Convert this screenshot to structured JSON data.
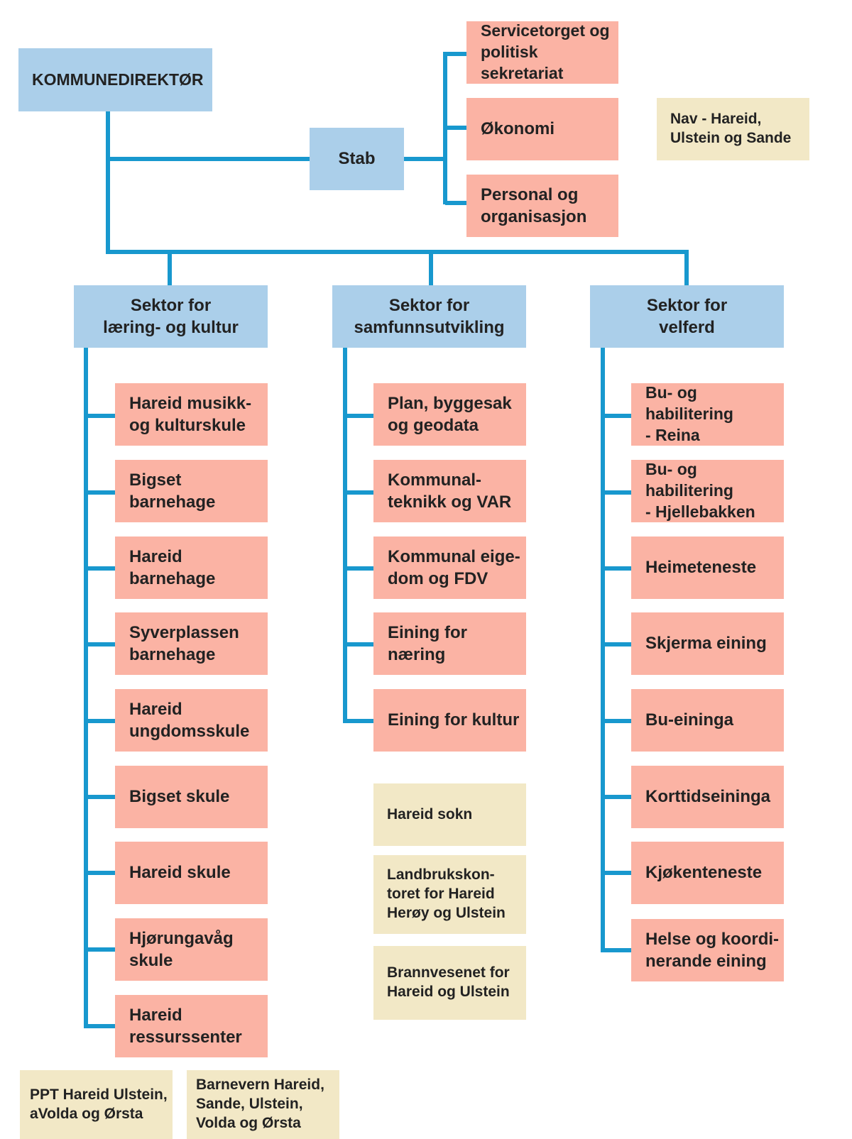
{
  "colors": {
    "line": "#1898ce",
    "blue": "#abcfea",
    "salmon": "#fbb3a4",
    "cream": "#f2e8c6"
  },
  "top": {
    "director": "KOMMUNEDIREKTØR",
    "stab": "Stab"
  },
  "stab_units": [
    "Servicetorget og\npolitisk sekretariat",
    "Økonomi",
    "Personal og\norganisasjon"
  ],
  "nav": "Nav - Hareid,\nUlstein og Sande",
  "sectors": {
    "laering": {
      "title": "Sektor for\nlæring- og kultur",
      "units": [
        "Hareid musikk-\nog kulturskule",
        "Bigset\nbarnehage",
        "Hareid\nbarnehage",
        "Syverplassen\nbarnehage",
        "Hareid\nungdomsskule",
        "Bigset skule",
        "Hareid skule",
        "Hjørungavåg\nskule",
        "Hareid\nressurssenter"
      ]
    },
    "samfunn": {
      "title": "Sektor for\nsamfunnsutvikling",
      "units": [
        "Plan, byggesak\nog geodata",
        "Kommunal-\nteknikk og VAR",
        "Kommunal eige-\ndom og FDV",
        "Eining for\nnæring",
        "Eining for kultur"
      ]
    },
    "velferd": {
      "title": "Sektor for\nvelferd",
      "units": [
        "Bu- og habilitering\n- Reina",
        "Bu- og habilitering\n- Hjellebakken",
        "Heimeteneste",
        "Skjerma eining",
        "Bu-eininga",
        "Korttidseininga",
        "Kjøkenteneste",
        "Helse og koordi-\nnerande eining"
      ]
    }
  },
  "external": {
    "middle": [
      "Hareid sokn",
      "Landbrukskon-\ntoret for Hareid\nHerøy og Ulstein",
      "Brannvesenet for\nHareid og Ulstein"
    ],
    "bottom": [
      "PPT Hareid Ulstein,\naVolda og Ørsta",
      "Barnevern Hareid,\nSande, Ulstein,\nVolda og Ørsta"
    ]
  }
}
